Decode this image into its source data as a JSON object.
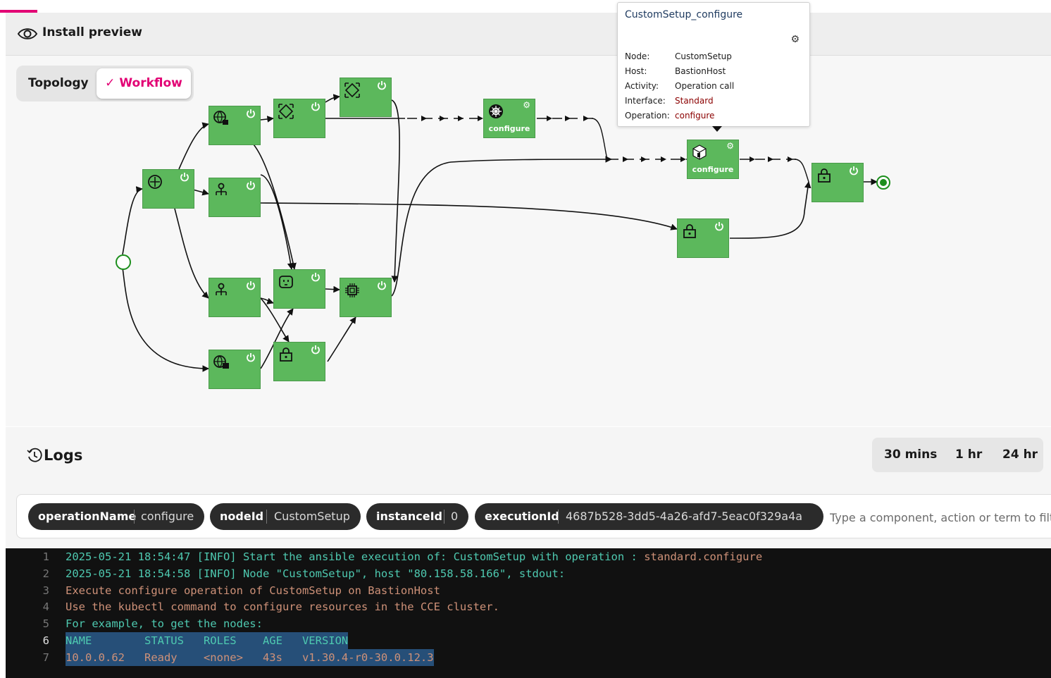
{
  "header": {
    "title": "Install preview"
  },
  "toggle": {
    "topology_label": "Topology",
    "workflow_label": "Workflow"
  },
  "tooltip": {
    "title": "CustomSetup_configure",
    "rows": [
      {
        "key": "Node:",
        "value": "CustomSetup"
      },
      {
        "key": "Host:",
        "value": "BastionHost"
      },
      {
        "key": "Activity:",
        "value": "Operation call"
      },
      {
        "key": "Interface:",
        "value": "Standard"
      },
      {
        "key": "Operation:",
        "value": "configure"
      }
    ]
  },
  "workflow": {
    "configure_label_1": "configure",
    "configure_label_2": "configure",
    "node_color": "#5cb85c"
  },
  "logs": {
    "title": "Logs",
    "ranges": [
      "30 mins",
      "1 hr",
      "24 hr"
    ],
    "filters": [
      {
        "key": "operationName",
        "value": "configure"
      },
      {
        "key": "nodeId",
        "value": "CustomSetup"
      },
      {
        "key": "instanceId",
        "value": "0"
      },
      {
        "key": "executionId",
        "value": "4687b528-3dd5-4a26-afd7-5eac0f329a4a"
      }
    ],
    "filter_placeholder": "Type a component, action or term to filter",
    "lines": [
      {
        "n": "1",
        "a": "2025-05-21 18:54:47 [INFO] Start the ansible execution of: CustomSetup with operation : ",
        "b": "standard.configure"
      },
      {
        "n": "2",
        "a": "2025-05-21 18:54:58 [INFO] Node \"CustomSetup\", host \"80.158.58.166\", stdout:",
        "b": ""
      },
      {
        "n": "3",
        "a": "Execute configure operation of CustomSetup on BastionHost",
        "b": ""
      },
      {
        "n": "4",
        "a": "Use the kubectl command to configure resources in the CCE cluster.",
        "b": ""
      },
      {
        "n": "5",
        "a": "For example, to get the nodes:",
        "b": ""
      },
      {
        "n": "6",
        "a": "NAME        STATUS   ROLES    AGE   VERSION",
        "b": ""
      },
      {
        "n": "7",
        "a": "10.0.0.62   Ready    <none>   43s   v1.30.4-r0-30.0.12.3",
        "b": ""
      }
    ]
  }
}
